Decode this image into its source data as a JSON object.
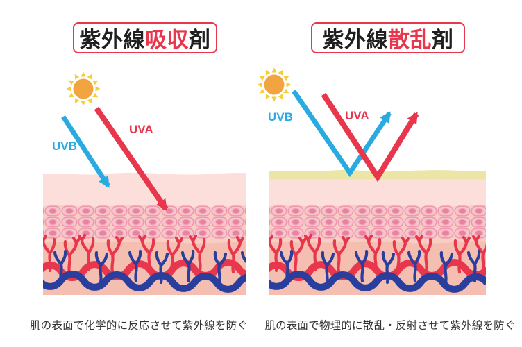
{
  "left_panel": {
    "title": {
      "prefix": "紫外線",
      "highlight": "吸収",
      "suffix": "剤"
    },
    "uvb_label": "UVB",
    "uva_label": "UVA",
    "caption": "肌の表面で化学的に反応させて紫外線を防ぐ"
  },
  "right_panel": {
    "title": {
      "prefix": "紫外線",
      "highlight": "散乱",
      "suffix": "剤"
    },
    "uvb_label": "UVB",
    "uva_label": "UVA",
    "caption": "肌の表面で物理的に散乱・反射させて紫外線を防ぐ"
  },
  "icons": {
    "sun": "sun-icon"
  },
  "colors": {
    "uva_red": "#e8364d",
    "uvb_cyan": "#29abe2",
    "title_border_red": "#e8364d",
    "sun_core_orange": "#f2a440",
    "sun_ray_yellow": "#f6ce39",
    "sunscreen_film_yellow": "#ece6a6",
    "epidermis_pink": "#fcdfda",
    "cell_layer_pink": "#f8cdc4",
    "dermis_pink": "#f4beb1",
    "artery_red": "#e8364d",
    "vein_blue": "#2a3f9d",
    "title_text_black": "#1f1f1f",
    "caption_text": "#333333"
  }
}
